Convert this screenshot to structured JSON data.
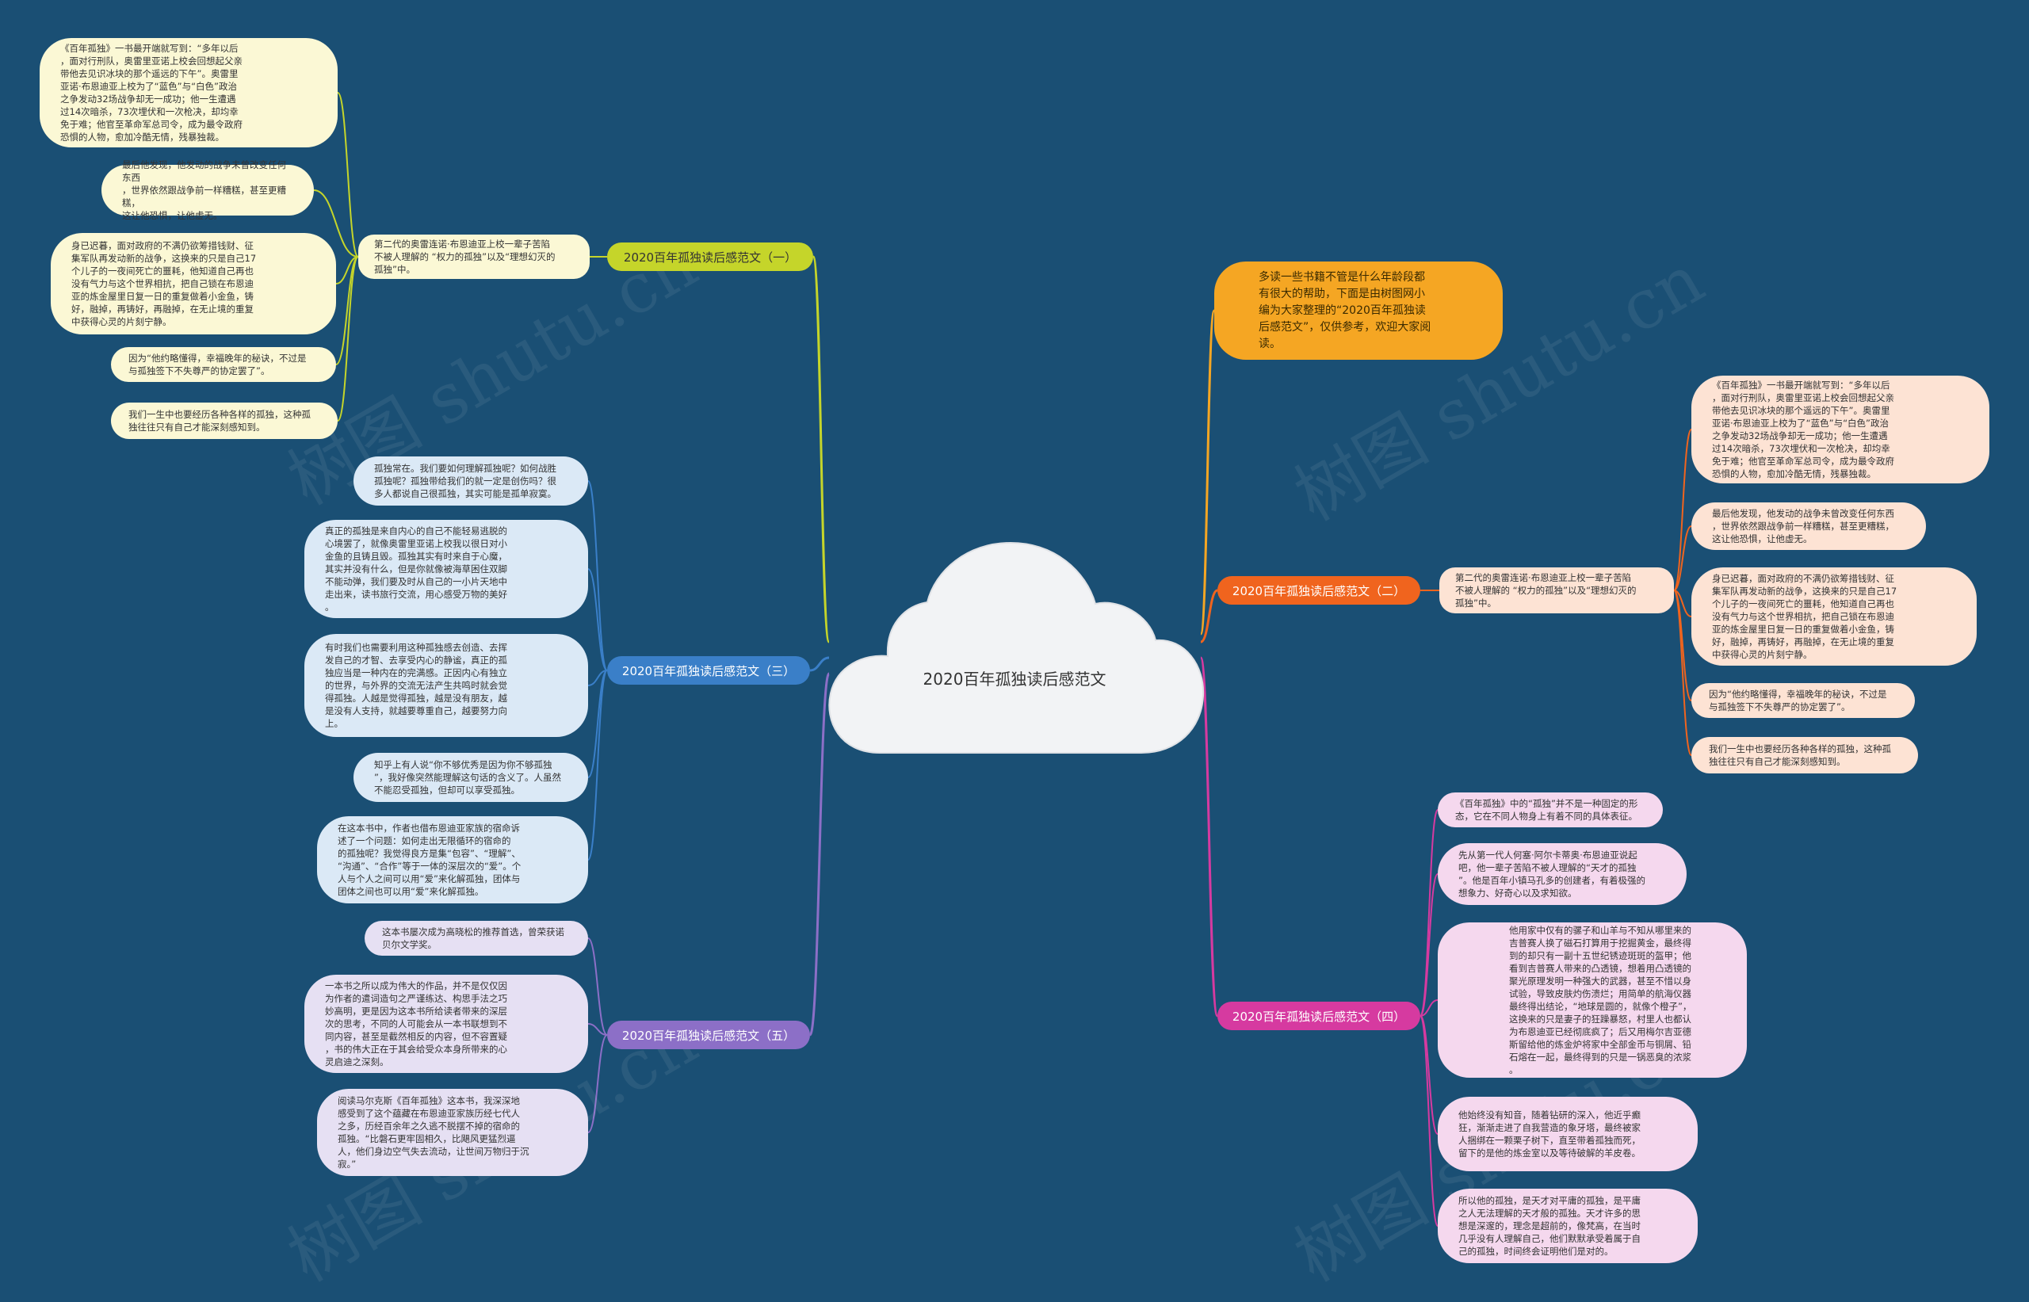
{
  "center": {
    "title": "2020百年孤独读后感范文"
  },
  "intro": {
    "text": "多读一些书籍不管是什么年龄段都\n有很大的帮助，下面是由树图网小\n编为大家整理的“2020百年孤独读\n后感范文”，仅供参考，欢迎大家阅\n读。"
  },
  "branches": [
    {
      "id": "b1",
      "label": "2020百年孤独读后感范文（一）",
      "color": "#c5d52a",
      "side": "left",
      "mid": "第二代的奥雷连诺·布恩迪亚上校一辈子苦陷\n不被人理解的 “权力的孤独”以及“理想幻灭的\n孤独”中。",
      "items": [
        "《百年孤独》一书最开端就写到：“多年以后\n，面对行刑队，奥雷里亚诺上校会回想起父亲\n带他去见识冰块的那个遥远的下午”。奥雷里\n亚诺·布恩迪亚上校为了“蓝色”与“白色”政治\n之争发动32场战争却无一成功；他一生遭遇\n过14次暗杀，73次埋伏和一次枪决，却均幸\n免于难；他官至革命军总司令，成为最令政府\n恐惧的人物，愈加冷酷无情，残暴独裁。",
        "最后他发现，他发动的战争未曾改变任何东西\n，世界依然跟战争前一样糟糕，甚至更糟糕，\n这让他恐惧，让他虚无。",
        "身已迟暮，面对政府的不满仍欲筹措钱财、征\n集军队再发动新的战争，这换来的只是自己17\n个儿子的一夜间死亡的噩耗，他知道自己再也\n没有气力与这个世界相抗，把自己锁在布恩迪\n亚的炼金屋里日复一日的重复做着小金鱼，铸\n好，融掉，再铸好，再融掉，在无止境的重复\n中获得心灵的片刻宁静。",
        "因为“他约略懂得，幸福晚年的秘诀，不过是\n与孤独签下不失尊严的协定罢了”。",
        "我们一生中也要经历各种各样的孤独，这种孤\n独往往只有自己才能深刻感知到。"
      ]
    },
    {
      "id": "b2",
      "label": "2020百年孤独读后感范文（二）",
      "color": "#f0641e",
      "side": "right",
      "mid": "第二代的奥雷连诺·布恩迪亚上校一辈子苦陷\n不被人理解的 “权力的孤独”以及“理想幻灭的\n孤独”中。",
      "items": [
        "《百年孤独》一书最开端就写到：“多年以后\n，面对行刑队，奥雷里亚诺上校会回想起父亲\n带他去见识冰块的那个遥远的下午”。奥雷里\n亚诺·布恩迪亚上校为了“蓝色”与“白色”政治\n之争发动32场战争却无一成功；他一生遭遇\n过14次暗杀，73次埋伏和一次枪决，却均幸\n免于难；他官至革命军总司令，成为最令政府\n恐惧的人物，愈加冷酷无情，残暴独裁。",
        "最后他发现，他发动的战争未曾改变任何东西\n，世界依然跟战争前一样糟糕，甚至更糟糕，\n这让他恐惧，让他虚无。",
        "身已迟暮，面对政府的不满仍欲筹措钱财、征\n集军队再发动新的战争，这换来的只是自己17\n个儿子的一夜间死亡的噩耗，他知道自己再也\n没有气力与这个世界相抗，把自己锁在布恩迪\n亚的炼金屋里日复一日的重复做着小金鱼，铸\n好，融掉，再铸好，再融掉，在无止境的重复\n中获得心灵的片刻宁静。",
        "因为“他约略懂得，幸福晚年的秘诀，不过是\n与孤独签下不失尊严的协定罢了”。",
        "我们一生中也要经历各种各样的孤独，这种孤\n独往往只有自己才能深刻感知到。"
      ]
    },
    {
      "id": "b3",
      "label": "2020百年孤独读后感范文（三）",
      "color": "#3a7fc8",
      "side": "left",
      "items": [
        "孤独常在。我们要如何理解孤独呢？如何战胜\n孤独呢？孤独带给我们的就一定是创伤吗？很\n多人都说自己很孤独，其实可能是孤单寂寞。",
        "真正的孤独是来自内心的自己不能轻易逃脱的\n心境罢了，就像奥雷里亚诺上校我以很日对小\n金鱼的且铸且毁。孤独其实有时来自于心魔，\n其实并没有什么，但是你就像被海草困住双脚\n不能动弹，我们要及时从自己的一小片天地中\n走出来，读书旅行交流，用心感受万物的美好\n。",
        "有时我们也需要利用这种孤独感去创造、去挥\n发自己的才智、去享受内心的静谧，真正的孤\n独应当是一种内在的完满感。正因内心有独立\n的世界，与外界的交流无法产生共鸣时就会觉\n得孤独。人越是觉得孤独，越是没有朋友，越\n是没有人支持，就越要尊重自己，越要努力向\n上。",
        "知乎上有人说“你不够优秀是因为你不够孤独\n”，我好像突然能理解这句话的含义了。人虽然\n不能忍受孤独，但却可以享受孤独。",
        "在这本书中，作者也借布恩迪亚家族的宿命诉\n述了一个问题：如何走出无限循环的宿命的\n的孤独呢？我觉得良方是集“包容”、“理解”、\n“沟通”、“合作”等于一体的深层次的“爱”。个\n人与个人之间可以用“爱”来化解孤独，团体与\n团体之间也可以用“爱”来化解孤独。"
      ]
    },
    {
      "id": "b4",
      "label": "2020百年孤独读后感范文（四）",
      "color": "#d63aa0",
      "side": "right",
      "items": [
        "《百年孤独》中的“孤独”并不是一种固定的形\n态，它在不同人物身上有着不同的具体表征。",
        "先从第一代人何塞·阿尔卡蒂奥·布恩迪亚说起\n吧，他一辈子苦陷不被人理解的“天才的孤独\n”。他是百年小镇马孔多的创建者，有着极强的\n想象力、好奇心以及求知欲。",
        "他用家中仅有的骡子和山羊与不知从哪里来的\n吉普赛人换了磁石打算用于挖掘黄金，最终得\n到的却只有一副十五世纪锈迹斑斑的盔甲；他\n看到吉普赛人带来的凸透镜，想着用凸透镜的\n聚光原理发明一种强大的武器，甚至不惜以身\n试验，导致皮肤灼伤溃烂；用简单的航海仪器\n最终得出结论，“地球是圆的，就像个橙子”，\n这换来的只是妻子的狂躁暴怒，村里人也都认\n为布恩迪亚已经彻底疯了；后又用梅尔吉亚德\n斯留给他的炼金炉将家中全部金币与铜屑、铅\n石熔在一起，最终得到的只是一锅恶臭的浓浆\n。",
        "他始终没有知音，随着钻研的深入，他近乎癫\n狂，渐渐走进了自我营造的象牙塔，最终被家\n人捆绑在一颗栗子树下，直至带着孤独而死，\n留下的是他的炼金室以及等待破解的羊皮卷。",
        "所以他的孤独，是天才对平庸的孤独，是平庸\n之人无法理解的天才般的孤独。天才许多的思\n想是深邃的，理念是超前的，像梵高，在当时\n几乎没有人理解自己，他们默默承受着属于自\n己的孤独，时间终会证明他们是对的。"
      ]
    },
    {
      "id": "b5",
      "label": "2020百年孤独读后感范文（五）",
      "color": "#8c6fc7",
      "side": "left",
      "items": [
        "这本书屡次成为高晓松的推荐首选，曾荣获诺\n贝尔文学奖。",
        "一本书之所以成为伟大的作品，并不是仅仅因\n为作者的遣词造句之严谨练达、构思手法之巧\n妙高明，更是因为这本书所给读者带来的深层\n次的思考，不同的人可能会从一本书联想到不\n同内容，甚至是截然相反的内容，但不容置疑\n，书的伟大正在于其会给受众本身所带来的心\n灵启迪之深刻。",
        "阅读马尔克斯《百年孤独》这本书，我深深地\n感受到了这个蕴藏在布恩迪亚家族历经七代人\n之多，历经百余年之久逃不脱摆不掉的宿命的\n孤独。“比磐石更牢固相久，比飓风更猛烈逼\n人，他们身边空气失去流动，让世间万物归于沉\n寂。”"
      ]
    }
  ],
  "watermark": {
    "text": "树图 shutu.cn"
  }
}
